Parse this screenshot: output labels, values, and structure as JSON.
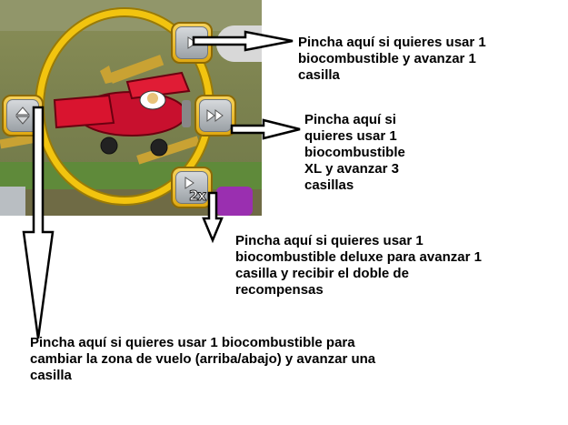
{
  "annotations": {
    "single_advance": "Pincha aquí si quieres usar 1\nbiocombustible y avanzar 1\ncasilla",
    "xl_advance": "Pincha aquí si\nquieres usar 1\nbiocombustible\nXL y avanzar 3\ncasillas",
    "deluxe_advance": "Pincha aquí si quieres usar 1\nbiocombustible deluxe para avanzar 1\ncasilla y recibir el doble de\nrecompensas",
    "change_zone": "Pincha aquí si quieres usar 1 biocombustible para\ncambiar la zona de vuelo (arriba/abajo) y avanzar una\ncasilla"
  },
  "game": {
    "deluxe_badge": "2x"
  },
  "colors": {
    "ring": "#f2c40f",
    "button_frame": "#e0a912",
    "button_face": "#a9aeb3",
    "plane": "#c8102e",
    "arrow": "#000000"
  },
  "icons": {
    "single_button": "play-icon",
    "xl_button": "fast-forward-icon",
    "deluxe_button": "play-2x-icon",
    "zone_button": "up-down-icon"
  }
}
